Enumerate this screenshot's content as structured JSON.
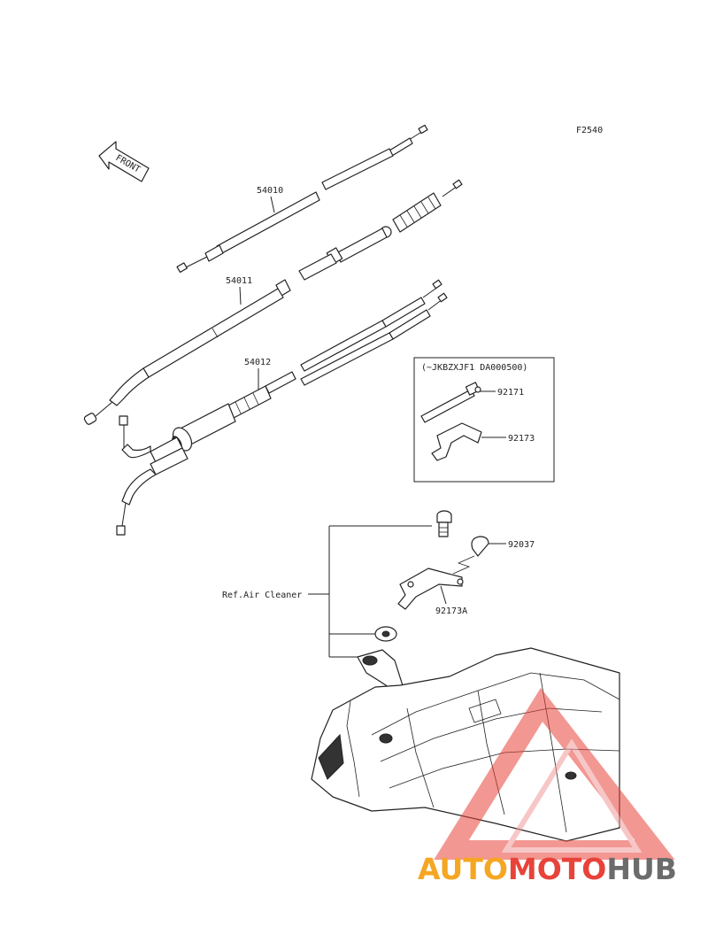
{
  "figure_code": "F2540",
  "front_arrow": {
    "label": "FRONT",
    "icon": "front-direction-arrow-icon"
  },
  "parts": [
    {
      "id": "54010"
    },
    {
      "id": "54011"
    },
    {
      "id": "54012"
    },
    {
      "id": "92171"
    },
    {
      "id": "92173"
    },
    {
      "id": "92037"
    },
    {
      "id": "92173A"
    }
  ],
  "inset": {
    "caption": "(~JKBZXJF1 DA000500)"
  },
  "reference": {
    "label": "Ref.Air Cleaner"
  },
  "watermark": {
    "segments": [
      {
        "text": "AUTO",
        "color": "#f5a623"
      },
      {
        "text": "MOTO",
        "color": "#e8433a"
      },
      {
        "text": "HUB",
        "color": "#6b6b6b"
      }
    ],
    "logo_icon": "triangle-logo-icon"
  }
}
